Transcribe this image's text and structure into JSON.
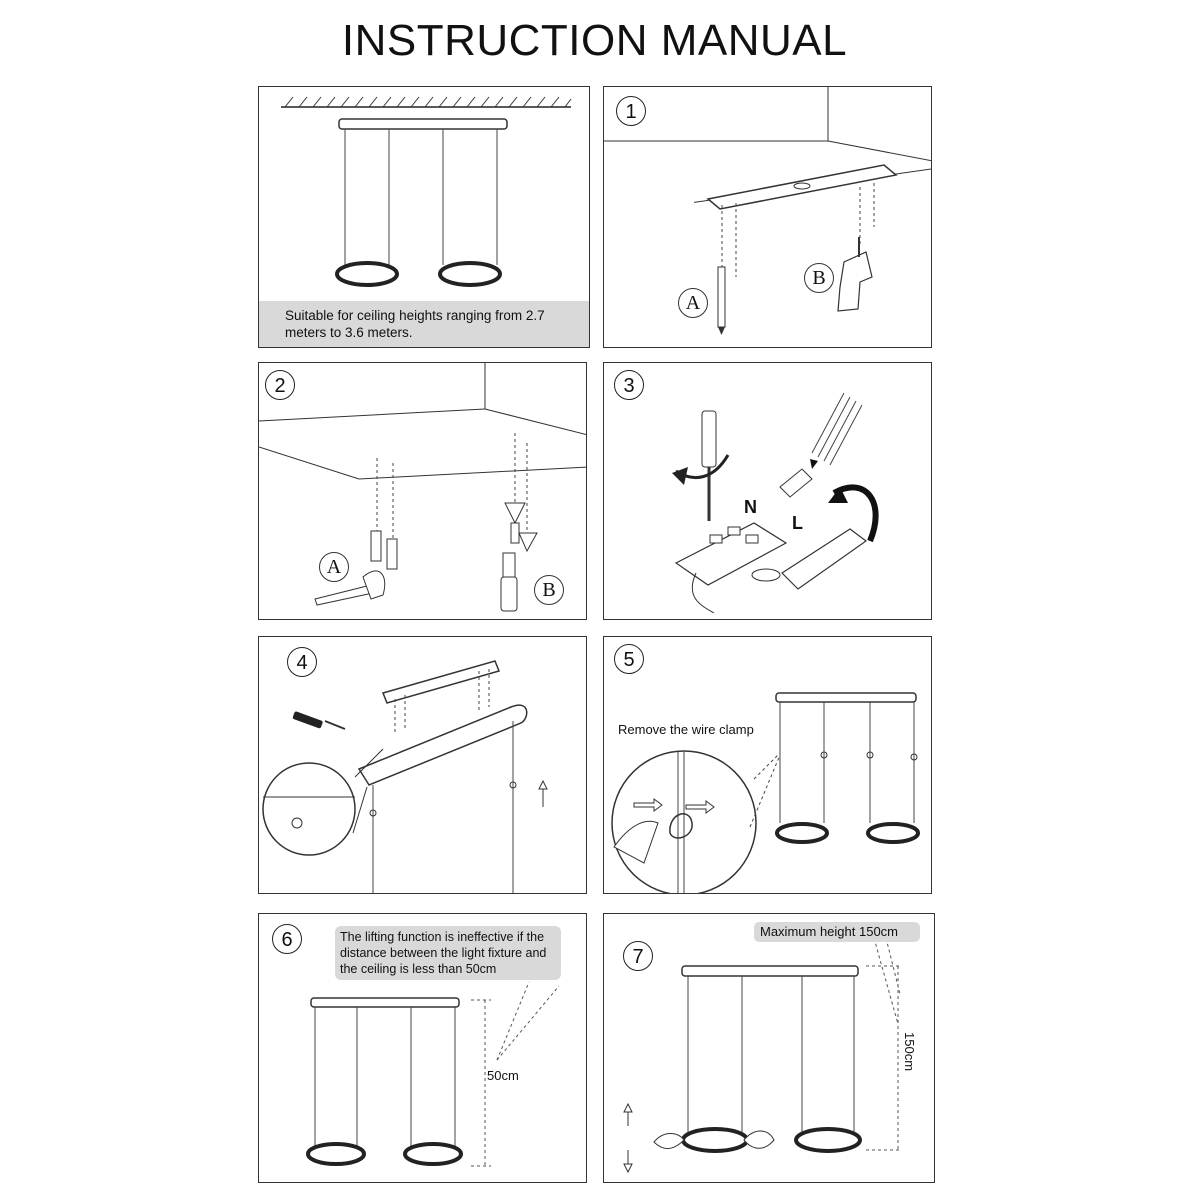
{
  "title": "INSTRUCTION MANUAL",
  "panel0": {
    "note": "Suitable for ceiling heights ranging from 2.7 meters to 3.6 meters."
  },
  "step1": {
    "num": "1",
    "tool_a": "A",
    "tool_b": "B"
  },
  "step2": {
    "num": "2",
    "tool_a": "A",
    "tool_b": "B"
  },
  "step3": {
    "num": "3",
    "wire_n": "N",
    "wire_l": "L"
  },
  "step4": {
    "num": "4"
  },
  "step5": {
    "num": "5",
    "note": "Remove the wire clamp"
  },
  "step6": {
    "num": "6",
    "note": "The lifting function is ineffective if the distance between the light fixture and the ceiling is less than 50cm",
    "dimension": "50cm"
  },
  "step7": {
    "num": "7",
    "note": "Maximum height 150cm",
    "dimension": "150cm"
  },
  "colors": {
    "note_bg": "#d9d9d9",
    "line": "#333333"
  }
}
